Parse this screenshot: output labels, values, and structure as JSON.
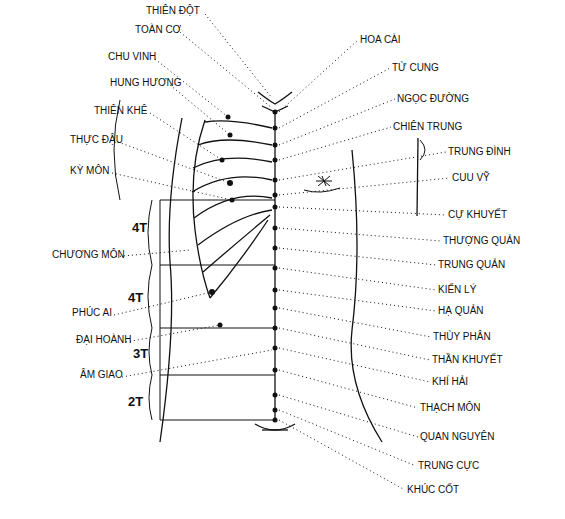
{
  "diagram": {
    "labels": [
      "THIÊN ĐỘT",
      "TOÀN CƠ",
      "CHU VINH",
      "HUNG HƯƠNG",
      "THIÊN KHÊ",
      "THỰC ĐẬU",
      "KỲ MÔN",
      "4T",
      "CHƯƠNG MÔN",
      "4T",
      "PHÚC AI",
      "ĐẠI HOÀNH",
      "3T",
      "ÂM GIAO",
      "2T",
      "HOA CÀI",
      "TỬ CUNG",
      "NGỌC ĐƯỜNG",
      "CHIÊN TRUNG",
      "TRUNG ĐÌNH",
      "CUU VỸ",
      "CỰ KHUYẾT",
      "THƯỢNG QUẢN",
      "TRUNG QUẢN",
      "KIẾN LÝ",
      "HẠ QUẢN",
      "THỦY PHÂN",
      "THẦN KHUYẾT",
      "KHÍ HẢI",
      "THẠCH MÔN",
      "QUAN NGUYÊN",
      "TRUNG CỰC",
      "KHÚC CỐT"
    ]
  }
}
